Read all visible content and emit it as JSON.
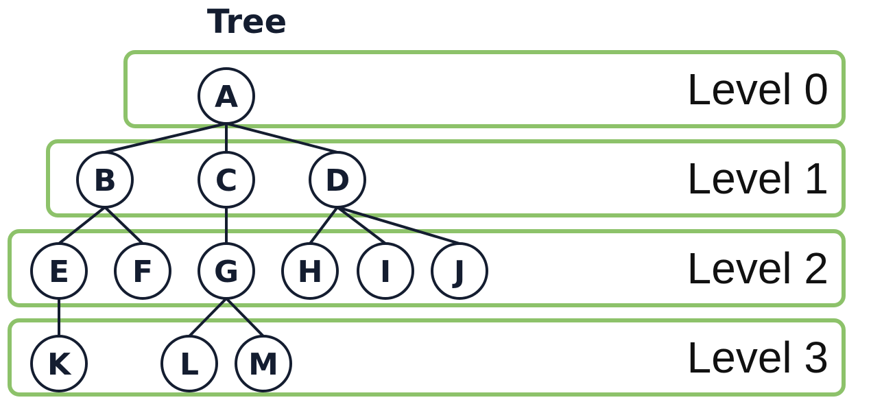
{
  "title": "Tree",
  "colors": {
    "level_box": "#8dc26a",
    "node_stroke": "#141d30",
    "edge": "#141d30",
    "text": "#141d30",
    "level_text": "#111111"
  },
  "levels": [
    {
      "label": "Level 0",
      "nodes": [
        "A"
      ]
    },
    {
      "label": "Level 1",
      "nodes": [
        "B",
        "C",
        "D"
      ]
    },
    {
      "label": "Level 2",
      "nodes": [
        "E",
        "F",
        "G",
        "H",
        "I",
        "J"
      ]
    },
    {
      "label": "Level 3",
      "nodes": [
        "K",
        "L",
        "M"
      ]
    }
  ],
  "edges": [
    [
      "A",
      "B"
    ],
    [
      "A",
      "C"
    ],
    [
      "A",
      "D"
    ],
    [
      "B",
      "E"
    ],
    [
      "B",
      "F"
    ],
    [
      "C",
      "G"
    ],
    [
      "D",
      "H"
    ],
    [
      "D",
      "I"
    ],
    [
      "D",
      "J"
    ],
    [
      "E",
      "K"
    ],
    [
      "G",
      "L"
    ],
    [
      "G",
      "M"
    ]
  ]
}
